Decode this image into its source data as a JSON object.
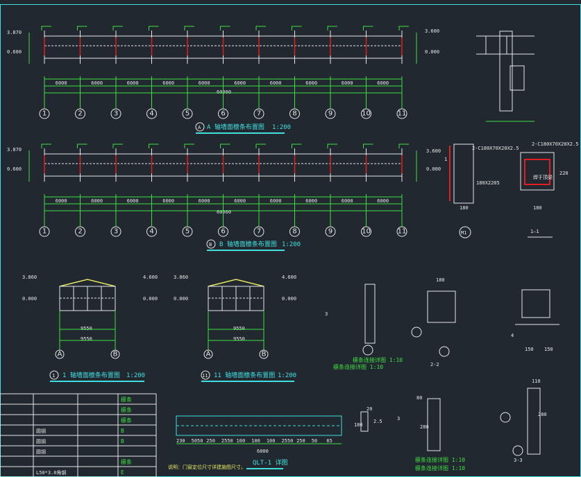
{
  "colors": {
    "background": "#212830",
    "frame": "#40e0e0",
    "dim": "#40e040",
    "red": "#e02020",
    "white": "#e8e8e8",
    "yellow": "#e8e860"
  },
  "elev_a": {
    "title": "A 轴墙面檩条布置图",
    "scale": "1:200",
    "axis_badge": "A",
    "elev_top": "3.870",
    "elev_mid": "0.600",
    "elev_right_top": "3.600",
    "elev_right_bot": "0.000",
    "bay_dims": [
      "6000",
      "6000",
      "6000",
      "6000",
      "6000",
      "6000",
      "6000",
      "6000",
      "6000",
      "6000"
    ],
    "total": "60000",
    "axes": [
      "1",
      "2",
      "3",
      "4",
      "5",
      "6",
      "7",
      "8",
      "9",
      "10",
      "11"
    ]
  },
  "elev_b": {
    "title": "B 轴墙面檩条布置图",
    "scale": "1:200",
    "axis_badge": "B",
    "elev_top": "3.870",
    "elev_mid": "0.600",
    "elev_right_top": "3.600",
    "elev_right_bot": "0.000",
    "bay_dims": [
      "6000",
      "6000",
      "6000",
      "6000",
      "6000",
      "6000",
      "6000",
      "6000",
      "6000",
      "6000"
    ],
    "total": "60000",
    "axes": [
      "1",
      "2",
      "3",
      "4",
      "5",
      "6",
      "7",
      "8",
      "9",
      "10",
      "11"
    ]
  },
  "gable_1": {
    "title": "1 轴墙面檩条布置图",
    "scale": "1:200",
    "axis_badge": "1",
    "elev_left_top": "3.860",
    "elev_left_bot": "0.000",
    "elev_right_top": "4.600",
    "elev_right_bot": "0.000",
    "dim_inner": "9550",
    "dim_outer": "9550",
    "axes": [
      "A",
      "B"
    ]
  },
  "gable_11": {
    "title": "11 轴墙面檩条布置图",
    "scale": "1:200",
    "axis_badge": "11",
    "elev_left_top": "3.860",
    "elev_left_bot": "0.000",
    "elev_right_top": "4.600",
    "elev_right_bot": "0.000",
    "dim_inner": "9550",
    "dim_outer": "9550",
    "axes": [
      "A",
      "B"
    ]
  },
  "details": {
    "m1_label": "M1",
    "m1_width": "180",
    "m1_callout1": "2-C180X70X20X2.5",
    "m1_callout2": "180X2205",
    "section_label": "1—1",
    "section_callout": "2-C180X70X20X2.5",
    "section_width": "180",
    "section_height": "220",
    "section_note": "焊于顶梁",
    "section_num": "1",
    "detail_a_caption": "檩条连接详图 1:10",
    "detail_b_caption": "檩条连接详图 1:10",
    "detail_c_caption": "檩条连接详图 1:10",
    "detail_d_caption": "檩条连接详图 1:10",
    "tag_3a": "3",
    "tag_3b": "3",
    "tag_22": "2-2",
    "tag_33": "3-3",
    "dim_180a": "180",
    "dim_180b": "180",
    "dim_110": "110",
    "dim_150a": "150",
    "dim_150b": "150",
    "dim_4": "4",
    "dim_280a": "280",
    "dim_280b": "280",
    "dim_20": "20",
    "dim_80": "80"
  },
  "beam": {
    "title": "QLT-1 详图",
    "dims": [
      "230",
      "5050",
      "250",
      "2550",
      "100",
      "100",
      "100",
      "2550",
      "250",
      "50",
      "65"
    ],
    "total": "6000",
    "side_dim": "180",
    "side_a": "20",
    "side_b": "2.5"
  },
  "table": {
    "rows": [
      [
        "",
        "",
        "",
        "檩条"
      ],
      [
        "",
        "",
        "",
        "檩条"
      ],
      [
        "",
        "",
        "",
        "檩条"
      ],
      [
        "",
        "圆钢",
        "",
        "B"
      ],
      [
        "",
        "圆钢",
        "",
        "B"
      ],
      [
        "",
        "圆钢",
        "",
        ""
      ],
      [
        "",
        "",
        "",
        "檩条"
      ],
      [
        "",
        "L50*3.0角钢",
        "",
        "E"
      ]
    ]
  },
  "note": "说明：门窗定位尺寸详建施图尺寸。"
}
